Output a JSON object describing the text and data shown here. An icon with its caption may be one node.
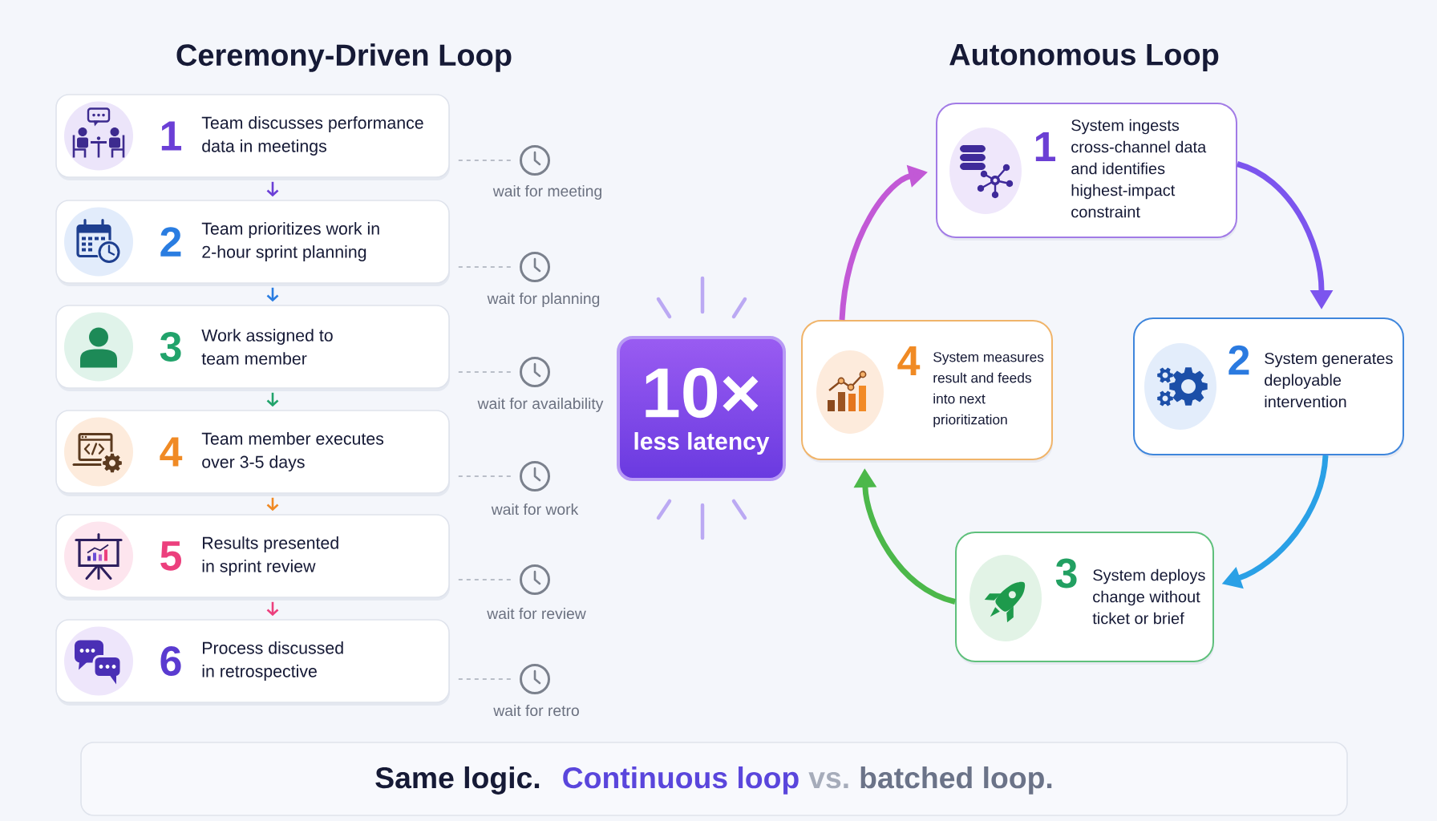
{
  "diagram": {
    "nodes": [
      {
        "text": [
          "1",
          "Team discusses performance data in meetings"
        ]
      },
      {
        "text": [
          "2",
          "Team prioritizes work in 2-hour sprint planning"
        ]
      },
      {
        "text": [
          "3",
          "Work assigned to team member"
        ]
      },
      {
        "text": [
          "4",
          "Team member executes over 3-5 days"
        ]
      },
      {
        "text": [
          "5",
          "Results presented in sprint review"
        ]
      },
      {
        "text": [
          "6",
          "Process discussed in retrospective"
        ]
      },
      {
        "text": [],
        "shape": "clock",
        "beside": [
          "wait for meeting"
        ]
      },
      {
        "text": [],
        "shape": "clock",
        "beside": [
          "wait for planning"
        ]
      },
      {
        "text": [],
        "shape": "clock",
        "beside": [
          "wait for availability"
        ]
      },
      {
        "text": [],
        "shape": "clock",
        "beside": [
          "wait for work"
        ]
      },
      {
        "text": [],
        "shape": "clock",
        "beside": [
          "wait for review"
        ]
      },
      {
        "text": [],
        "shape": "clock",
        "beside": [
          "wait for retro"
        ]
      },
      {
        "text": [
          "10×",
          "less latency"
        ]
      },
      {
        "text": [
          "1",
          "System ingests cross-channel data and identifies highest-impact constraint"
        ]
      },
      {
        "text": [
          "2",
          "System generates deployable intervention"
        ]
      },
      {
        "text": [
          "3",
          "System deploys change without ticket or brief"
        ]
      },
      {
        "text": [
          "4",
          "System measures result and feeds into next prioritization"
        ]
      },
      {
        "text": [
          "Same logic.",
          "Continuous loop",
          "vs.",
          "batched loop."
        ]
      }
    ],
    "edges": [
      {
        "from": 0,
        "to": 1,
        "arrow": "to",
        "color": "#6b3fd6"
      },
      {
        "from": 1,
        "to": 2,
        "arrow": "to",
        "color": "#2a7de1"
      },
      {
        "from": 2,
        "to": 3,
        "arrow": "to",
        "color": "#21a36b"
      },
      {
        "from": 3,
        "to": 4,
        "arrow": "to",
        "color": "#f08a24"
      },
      {
        "from": 4,
        "to": 5,
        "arrow": "to",
        "color": "#ec3f7d"
      },
      {
        "from": 0,
        "to": 6,
        "arrow": "none",
        "style": "dashed",
        "color": "#b9bec8"
      },
      {
        "from": 1,
        "to": 7,
        "arrow": "none",
        "style": "dashed",
        "color": "#b9bec8"
      },
      {
        "from": 2,
        "to": 8,
        "arrow": "none",
        "style": "dashed",
        "color": "#b9bec8"
      },
      {
        "from": 3,
        "to": 9,
        "arrow": "none",
        "style": "dashed",
        "color": "#b9bec8"
      },
      {
        "from": 4,
        "to": 10,
        "arrow": "none",
        "style": "dashed",
        "color": "#b9bec8"
      },
      {
        "from": 5,
        "to": 11,
        "arrow": "none",
        "style": "dashed",
        "color": "#b9bec8"
      },
      {
        "from": 13,
        "to": 14,
        "arrow": "to",
        "style": "thick",
        "color": "#7c55ee"
      },
      {
        "from": 14,
        "to": 15,
        "arrow": "to",
        "style": "thick",
        "color": "#2aa0e6"
      },
      {
        "from": 15,
        "to": 16,
        "arrow": "to",
        "style": "thick",
        "color": "#4cb84a"
      },
      {
        "from": 16,
        "to": 13,
        "arrow": "to",
        "style": "thick",
        "color": "#c259d6"
      }
    ],
    "labels": [
      "Ceremony-Driven Loop",
      "Autonomous Loop"
    ]
  }
}
